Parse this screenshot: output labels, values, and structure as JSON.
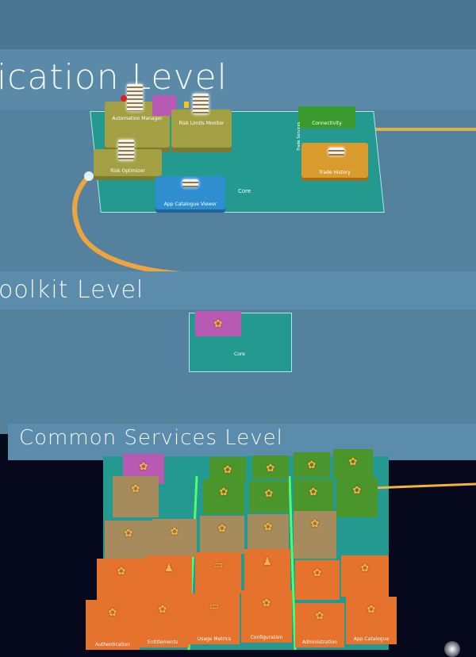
{
  "levels": {
    "application": "ication Level",
    "toolkit": "oolkit Level",
    "common": "Common Services Level"
  },
  "application_blocks": {
    "automation_manager": "Automation Manager",
    "risk_limits_monitor": "Risk Limits Monitor",
    "connectivity": "Connectivity",
    "risk_optimizer": "Risk Optimizer",
    "trade_history": "Trade History",
    "trade_history_side": "Trade Services",
    "app_catalogue_viewer": "App Catalogue Viewer",
    "core": "Core"
  },
  "toolkit": {
    "core": "Core"
  },
  "common_columns": [
    "Authentication",
    "Entitlements",
    "Usage Metrics",
    "Configuration",
    "Administration",
    "App Catalogue"
  ],
  "colors": {
    "platform_blue": "#54819e",
    "teal": "#23998f",
    "orange": "#e5732e",
    "tan": "#a68c5c",
    "green": "#4a962c",
    "magenta": "#b85ab4",
    "olive": "#a3a043",
    "glow": "#f2b43a"
  }
}
